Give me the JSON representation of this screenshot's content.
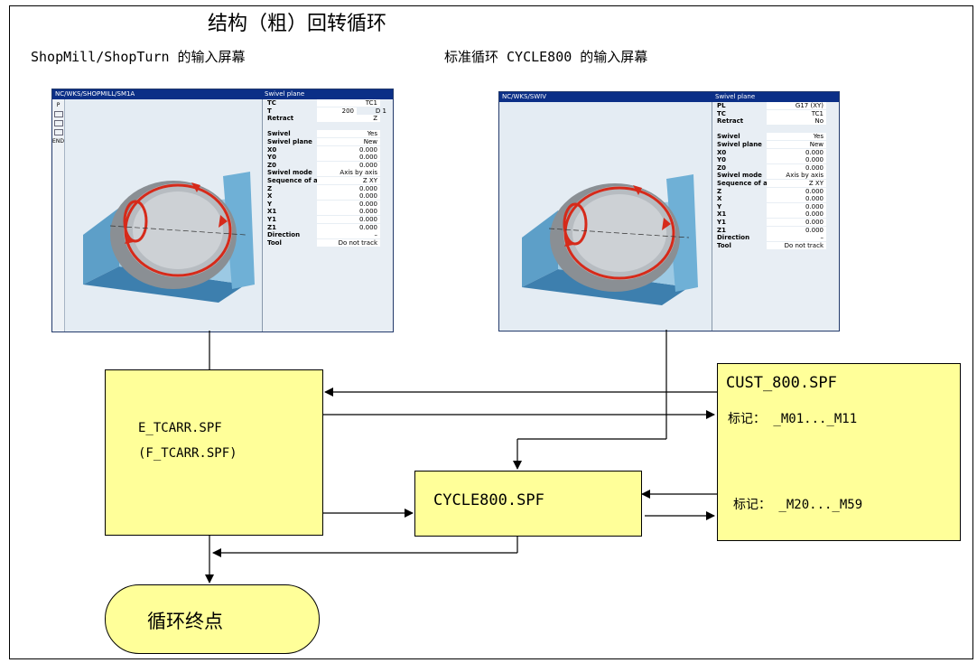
{
  "title": "结构（粗）回转循环",
  "left_caption": "ShopMill/ShopTurn 的输入屏幕",
  "right_caption": "标准循环 CYCLE800 的输入屏幕",
  "screen_left": {
    "path": "NC/WKS/SHOPMILL/SM1A",
    "panel_title": "Swivel plane",
    "side_items": [
      "P",
      "",
      "",
      "",
      "END"
    ],
    "fields": [
      {
        "k": "TC",
        "v": "TC1"
      },
      {
        "k": "T",
        "v": "200",
        "extra": "D 1"
      },
      {
        "k": "Retract",
        "v": "Z"
      },
      {
        "k": "",
        "v": ""
      },
      {
        "k": "Swivel",
        "v": "Yes"
      },
      {
        "k": "Swivel plane",
        "v": "New"
      },
      {
        "k": "X0",
        "v": "0.000"
      },
      {
        "k": "Y0",
        "v": "0.000"
      },
      {
        "k": "Z0",
        "v": "0.000"
      },
      {
        "k": "Swivel mode",
        "v": "Axis by axis"
      },
      {
        "k": "Sequence of axe:",
        "v": "Z XY"
      },
      {
        "k": "Z",
        "v": "0.000"
      },
      {
        "k": "X",
        "v": "0.000"
      },
      {
        "k": "Y",
        "v": "0.000"
      },
      {
        "k": "X1",
        "v": "0.000"
      },
      {
        "k": "Y1",
        "v": "0.000"
      },
      {
        "k": "Z1",
        "v": "0.000"
      },
      {
        "k": "Direction",
        "v": "–"
      },
      {
        "k": "Tool",
        "v": "Do not track"
      }
    ]
  },
  "screen_right": {
    "path": "NC/WKS/SWIV",
    "panel_title": "Swivel plane",
    "fields": [
      {
        "k": "PL",
        "v": "G17 (XY)"
      },
      {
        "k": "TC",
        "v": "TC1"
      },
      {
        "k": "Retract",
        "v": "No"
      },
      {
        "k": "",
        "v": ""
      },
      {
        "k": "Swivel",
        "v": "Yes"
      },
      {
        "k": "Swivel plane",
        "v": "New"
      },
      {
        "k": "X0",
        "v": "0.000"
      },
      {
        "k": "Y0",
        "v": "0.000"
      },
      {
        "k": "Z0",
        "v": "0.000"
      },
      {
        "k": "Swivel mode",
        "v": "Axis by axis"
      },
      {
        "k": "Sequence of axe:",
        "v": "Z XY"
      },
      {
        "k": "Z",
        "v": "0.000"
      },
      {
        "k": "X",
        "v": "0.000"
      },
      {
        "k": "Y",
        "v": "0.000"
      },
      {
        "k": "X1",
        "v": "0.000"
      },
      {
        "k": "Y1",
        "v": "0.000"
      },
      {
        "k": "Z1",
        "v": "0.000"
      },
      {
        "k": "Direction",
        "v": "–"
      },
      {
        "k": "Tool",
        "v": "Do not track"
      }
    ]
  },
  "boxes": {
    "etcarr_line1": "E_TCARR.SPF",
    "etcarr_line2": "(F_TCARR.SPF)",
    "cycle800": "CYCLE800.SPF",
    "cust_title": "CUST_800.SPF",
    "cust_mark1": "标记：  _M01..._M11",
    "cust_mark2": "标记：  _M20..._M59",
    "end": "循环终点"
  },
  "colors": {
    "box_fill": "#ffff99",
    "screen_header": "#0b2f87"
  }
}
